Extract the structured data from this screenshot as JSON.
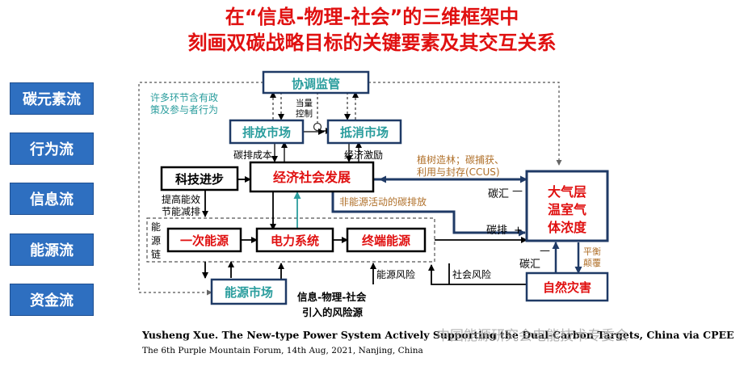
{
  "title_line1": "在“信息-物理-社会”的三维框架中",
  "title_line2": "刻画双碳战略目标的关键要素及其交互关系",
  "flows": [
    "碳元素流",
    "行为流",
    "信息流",
    "能源流",
    "资金流"
  ],
  "boxes": {
    "coordinate": "协调监管",
    "emission_market": "排放市场",
    "offset_market": "抵消市场",
    "tech": "科技进步",
    "econ": "经济社会发展",
    "primary_energy": "一次能源",
    "power_system": "电力系统",
    "terminal_energy": "终端能源",
    "energy_market": "能源市场",
    "atmosphere": "大气层温室气体浓度",
    "disaster": "自然灾害"
  },
  "labels": {
    "policy_note_1": "许多环节含有政",
    "policy_note_2": "策及参与者行为",
    "quota_1": "当量",
    "quota_2": "控制",
    "carbon_cost": "碳排成本",
    "econ_incentive": "经济激励",
    "sink_note_1": "植树造林；碳捕获、",
    "sink_note_2": "利用与封存(CCUS)",
    "carbon_sink": "碳汇",
    "minus": "—",
    "non_energy": "非能源活动的碳排放",
    "efficiency_1": "提高能效",
    "efficiency_2": "节能减排",
    "energy_chain": [
      "能",
      "源",
      "链"
    ],
    "carbon_emit": "碳排",
    "plus": "+",
    "carbon_sink2": "碳汇",
    "minus2": "—",
    "balance_1": "平衡",
    "balance_2": "颠覆",
    "energy_risk": "能源风险",
    "social_risk": "社会风险",
    "risk_source_1": "信息-物理-社会",
    "risk_source_2": "引入的风险源"
  },
  "citation_line1": "Yusheng Xue. The New-type Power System Actively Supporting the Dual-Carbon Targets, China via CPEE",
  "citation_line2": "The 6th Purple Mountain Forum, 14th Aug, 2021, Nanjing, China",
  "watermark": "中国能源研究会电能技术专委会",
  "colors": {
    "title": "#e01010",
    "flow_bg": "#2e6fc0",
    "box_border": "#1f3a66",
    "teal": "#2a9d9d",
    "brown": "#b0702a",
    "navy": "#1f3a66"
  }
}
